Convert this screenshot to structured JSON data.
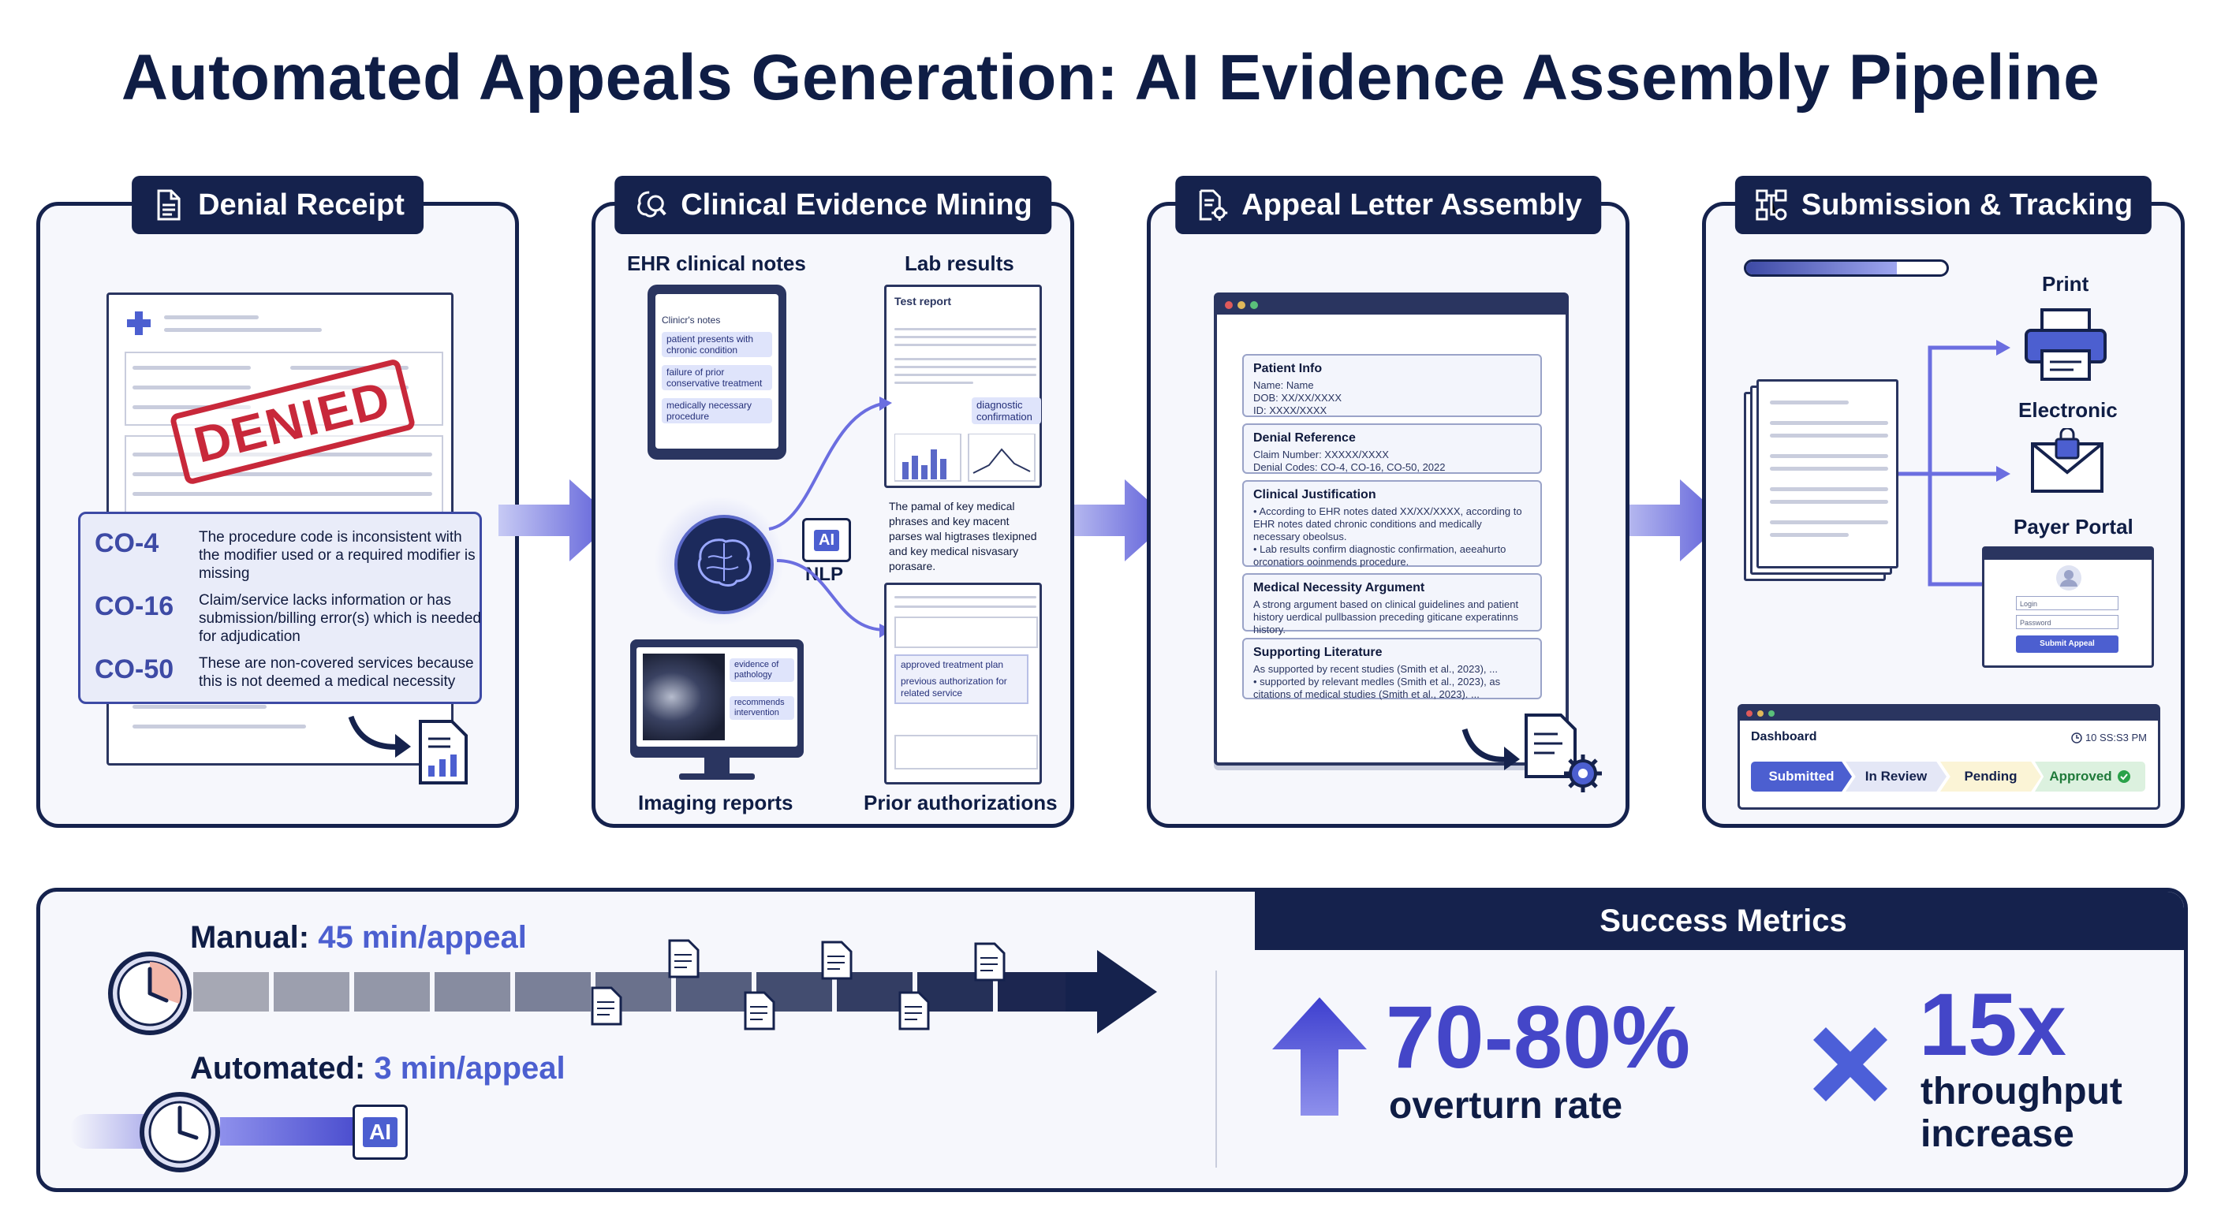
{
  "title": "Automated Appeals Generation: AI Evidence Assembly Pipeline",
  "colors": {
    "navy": "#15224d",
    "accent": "#5a5bd8",
    "light_accent": "#dfe4fb",
    "denied_red": "#c8283a"
  },
  "stages": {
    "denial": {
      "title": "Denial Receipt",
      "icon": "document-icon",
      "stamp": "DENIED",
      "codes": [
        {
          "code": "CO-4",
          "desc": "The procedure code is inconsistent with the modifier used or a required modifier is missing"
        },
        {
          "code": "CO-16",
          "desc": "Claim/service lacks information or has submission/billing error(s) which is needed for adjudication"
        },
        {
          "code": "CO-50",
          "desc": "These are non-covered services because this is not deemed a medical necessity"
        }
      ]
    },
    "mining": {
      "title": "Clinical Evidence Mining",
      "icon": "brain-search-icon",
      "ehr_label": "EHR clinical notes",
      "lab_label": "Lab results",
      "imaging_label": "Imaging reports",
      "prior_label": "Prior authorizations",
      "nlp_label": "NLP",
      "ai_chip": "AI",
      "ehr_card_title": "Clinicr's notes",
      "ehr_highlights": [
        "patient presents with chronic condition",
        "failure of prior conservative treatment",
        "medically necessary procedure"
      ],
      "lab_card_title": "Test report",
      "lab_highlight": "diagnostic confirmation",
      "nlp_text": "The pamal of key medical phrases and key macent parses wal higtrases tlexipned and key medical nisvasary porasare.",
      "imaging_highlights": [
        "evidence of pathology",
        "recommends intervention"
      ],
      "prior_highlights": [
        "approved treatment plan",
        "previous authorization for related service"
      ]
    },
    "assembly": {
      "title": "Appeal Letter Assembly",
      "icon": "document-gear-icon",
      "sections": [
        {
          "title": "Patient Info",
          "body": "Name: Name\nDOB: XX/XX/XXXX\nID: XXXX/XXXX"
        },
        {
          "title": "Denial Reference",
          "body": "Claim Number: XXXXX/XXXX\nDenial Codes: CO-4, CO-16, CO-50, 2022"
        },
        {
          "title": "Clinical Justification",
          "body": "• According to EHR notes dated XX/XX/XXXX, according to EHR notes dated chronic conditions and medically necessary obeolsus.\n• Lab results confirm diagnostic confirmation, aeeahurto orconatiors ooinmends procedure."
        },
        {
          "title": "Medical Necessity Argument",
          "body": "A strong argument based on clinical guidelines and patient history uerdical pullbassion preceding giticane experatinns history."
        },
        {
          "title": "Supporting Literature",
          "body": "As supported by recent studies (Smith et al., 2023), ...\n• supported by relevant medles (Smith et al., 2023), as citations of medical studies (Smith et al., 2023). ..."
        }
      ]
    },
    "submission": {
      "title": "Submission & Tracking",
      "icon": "network-icon",
      "channels": [
        "Print",
        "Electronic",
        "Payer Portal"
      ],
      "portal_login": "Login",
      "portal_password": "Password",
      "portal_button": "Submit Appeal",
      "dashboard_title": "Dashboard",
      "dashboard_time": "10 SS:S3 PM",
      "statuses": [
        "Submitted",
        "In Review",
        "Pending",
        "Approved"
      ]
    }
  },
  "timing": {
    "manual_label": "Manual:",
    "manual_value": "45 min/appeal",
    "automated_label": "Automated:",
    "automated_value": "3 min/appeal",
    "ai_chip": "AI"
  },
  "metrics": {
    "title": "Success Metrics",
    "overturn_value": "70-80%",
    "overturn_label": "overturn rate",
    "throughput_value": "15x",
    "throughput_label_1": "throughput",
    "throughput_label_2": "increase"
  }
}
